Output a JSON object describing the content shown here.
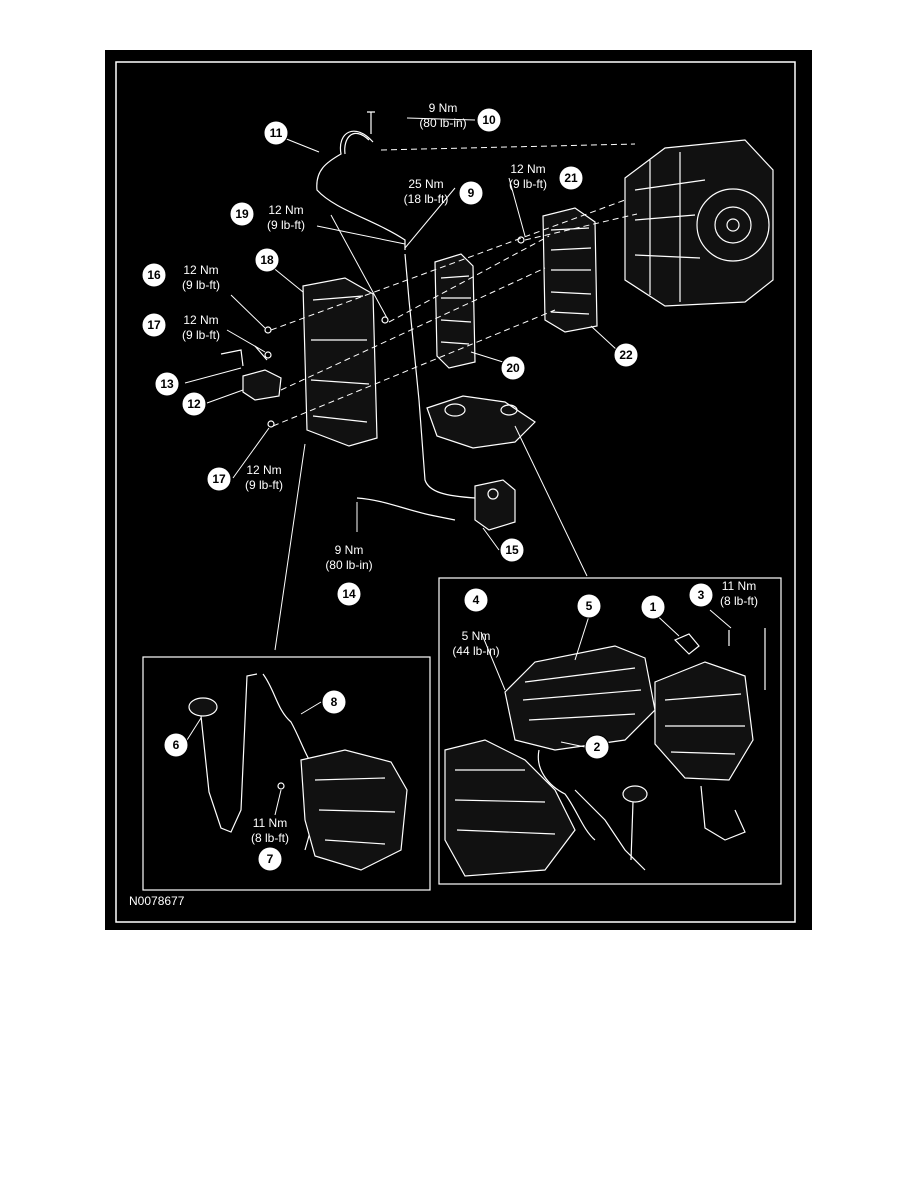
{
  "figure_id": "N0078677",
  "callouts": {
    "c1": "1",
    "c2": "2",
    "c3": "3",
    "c4": "4",
    "c5": "5",
    "c6": "6",
    "c7": "7",
    "c8": "8",
    "c9": "9",
    "c10": "10",
    "c11": "11",
    "c12": "12",
    "c13": "13",
    "c14": "14",
    "c15": "15",
    "c16": "16",
    "c17a": "17",
    "c17b": "17",
    "c18": "18",
    "c19": "19",
    "c20": "20",
    "c21": "21",
    "c22": "22"
  },
  "torques": {
    "t10": [
      "9 Nm",
      "(80 lb-in)"
    ],
    "t9": [
      "25 Nm",
      "(18 lb-ft)"
    ],
    "t21": [
      "12 Nm",
      "(9 lb-ft)"
    ],
    "t19": [
      "12 Nm",
      "(9 lb-ft)"
    ],
    "t16": [
      "12 Nm",
      "(9 lb-ft)"
    ],
    "t17a": [
      "12 Nm",
      "(9 lb-ft)"
    ],
    "t17b": [
      "12 Nm",
      "(9 lb-ft)"
    ],
    "t14": [
      "9 Nm",
      "(80 lb-in)"
    ],
    "t4": [
      "5 Nm",
      "(44 lb-in)"
    ],
    "t3": [
      "11 Nm",
      "(8 lb-ft)"
    ],
    "t7": [
      "11 Nm",
      "(8 lb-ft)"
    ]
  },
  "colors": {
    "background": "#000000",
    "linework": "#ffffff",
    "page": "#ffffff"
  }
}
